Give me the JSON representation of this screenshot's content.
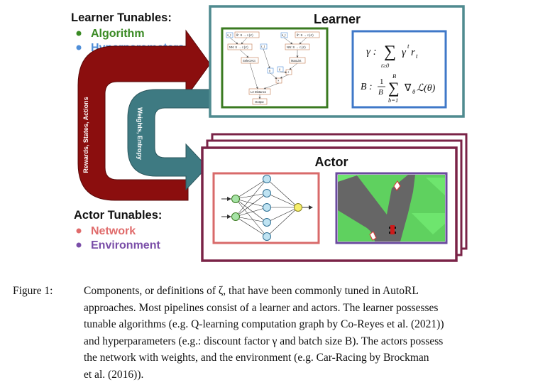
{
  "learner_tunables": {
    "title": "Learner Tunables:",
    "items": [
      {
        "label": "Algorithm",
        "color": "#3a8a24"
      },
      {
        "label": "Hyperparameters",
        "color": "#4f8ed8"
      }
    ]
  },
  "actor_tunables": {
    "title": "Actor Tunables:",
    "items": [
      {
        "label": "Network",
        "color": "#e06b6b"
      },
      {
        "label": "Environment",
        "color": "#7a4ea8"
      }
    ]
  },
  "learner": {
    "title": "Learner",
    "border_color": "#4f8a8f",
    "graph": {
      "border_color": "#3a7a20",
      "nodes": [
        "s_t",
        "θ': S → ℒ(ℤ)",
        "θ': S → ℒ(ℤ)",
        "s_t",
        "NN: S → ℒ(ℤ)",
        "r_t",
        "NN: S → ℒ(ℤ)",
        "SelectAct",
        "γ",
        "MaxList",
        "γ",
        "+",
        "×",
        "L2 Distance",
        "Output"
      ]
    },
    "formula_box_color": "#3f78c8",
    "formula_gamma": {
      "lhs": "γ :",
      "operator": "∑",
      "under": "t≥0",
      "term": "γ",
      "term_sup": "t",
      "term_var": "r",
      "term_sub": "t"
    },
    "formula_batch": {
      "lhs": "B :",
      "frac_num": "1",
      "frac_den": "B",
      "operator": "∑",
      "over": "B",
      "under": "b=1",
      "term": "∇",
      "term_sub": "θ",
      "term_rest": "ℒ(θ)"
    }
  },
  "actor": {
    "title": "Actor",
    "border_color": "#7a2347",
    "network_box_color": "#d86a6a",
    "environment_box_color": "#6a4a9e"
  },
  "arrows": {
    "outer_label": "Rewards, States, Actions",
    "outer_color": "#8b0e0e",
    "inner_label": "Weights, Entropy",
    "inner_color": "#3e7a82"
  },
  "caption": {
    "label": "Figure 1:",
    "lines": [
      "Components, or definitions of ζ, that have been commonly tuned in AutoRL",
      "approaches. Most pipelines consist of a learner and actors. The learner possesses",
      "tunable algorithms (e.g. Q-learning computation graph by Co-Reyes et al. (2021))",
      "and hyperparameters (e.g.: discount factor γ and batch size B). The actors possess",
      "the network with weights, and the environment (e.g. Car-Racing by Brockman",
      "et al. (2016))."
    ]
  }
}
